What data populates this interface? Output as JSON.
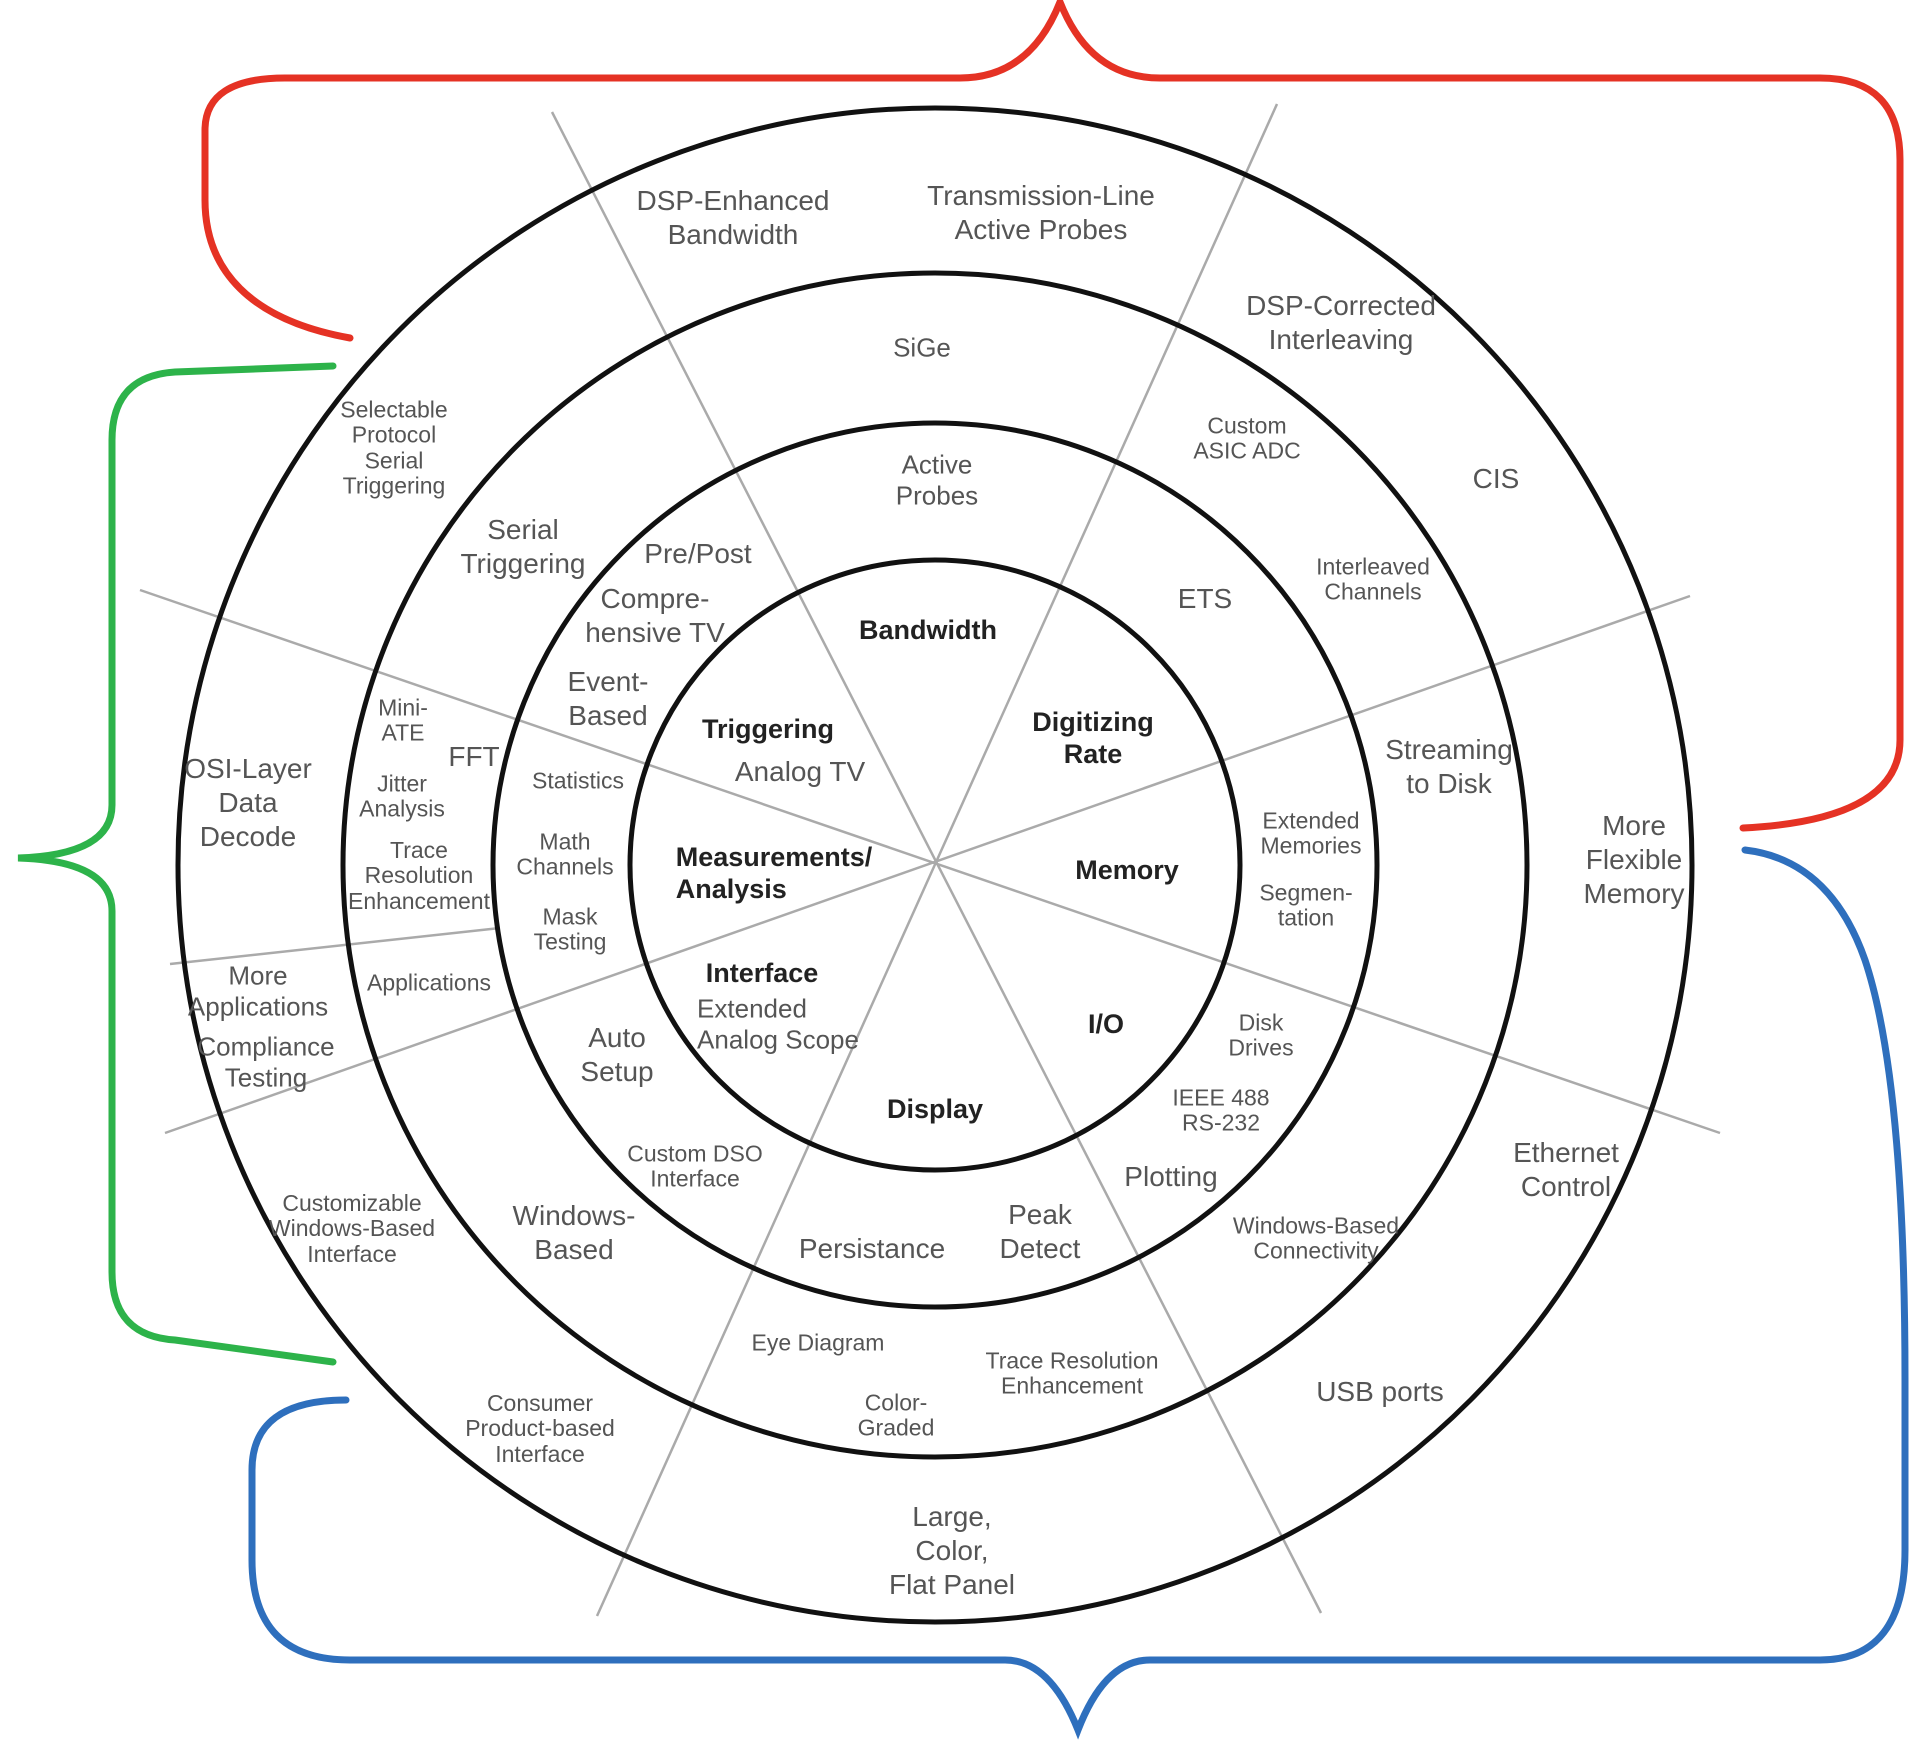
{
  "colors": {
    "bracket_top": "#e53224",
    "bracket_left": "#2db34a",
    "bracket_right_bottom": "#2e6fbd",
    "rings": "#111111",
    "spokes": "#aaaaaa",
    "text": "#555555",
    "core_text": "#222222"
  },
  "core": {
    "bandwidth": "Bandwidth",
    "digitizing_rate": "Digitizing\nRate",
    "memory": "Memory",
    "io": "I/O",
    "display": "Display",
    "interface": "Interface",
    "measurements": "Measurements/\nAnalysis",
    "triggering": "Triggering"
  },
  "ring1": {
    "analog_tv": "Analog TV",
    "extended_analog_scope": "Extended\nAnalog Scope"
  },
  "ring2": {
    "active_probes": "Active\nProbes",
    "ets": "ETS",
    "extended_memories": "Extended\nMemories",
    "segmentation": "Segmen-\ntation",
    "disk_drives": "Disk\nDrives",
    "ieee_rs232": "IEEE 488\nRS-232",
    "plotting": "Plotting",
    "peak_detect": "Peak\nDetect",
    "persistance": "Persistance",
    "custom_dso_interface": "Custom DSO\nInterface",
    "auto_setup": "Auto\nSetup",
    "mask_testing": "Mask\nTesting",
    "math_channels": "Math\nChannels",
    "statistics": "Statistics",
    "event_based": "Event-\nBased",
    "comprehensive_tv": "Compre-\nhensive TV",
    "pre_post": "Pre/Post"
  },
  "ring3": {
    "sige": "SiGe",
    "custom_asic_adc": "Custom\nASIC ADC",
    "interleaved_channels": "Interleaved\nChannels",
    "streaming_to_disk": "Streaming\nto Disk",
    "windows_based_connectivity": "Windows-Based\nConnectivity",
    "trace_resolution_enhancement_bottom": "Trace Resolution\nEnhancement",
    "eye_diagram": "Eye Diagram",
    "color_graded": "Color-\nGraded",
    "windows_based": "Windows-\nBased",
    "applications": "Applications",
    "mini_ate": "Mini-\nATE",
    "fft": "FFT",
    "jitter_analysis": "Jitter\nAnalysis",
    "trace_resolution_enhancement_left": "Trace\nResolution\nEnhancement",
    "serial_triggering": "Serial\nTriggering"
  },
  "ring4": {
    "dsp_enhanced_bandwidth": "DSP-Enhanced\nBandwidth",
    "transmission_line_probes": "Transmission-Line\nActive Probes",
    "dsp_corrected_interleaving": "DSP-Corrected\nInterleaving",
    "cis": "CIS",
    "more_flexible_memory": "More\nFlexible\nMemory",
    "ethernet_control": "Ethernet\nControl",
    "usb_ports": "USB ports",
    "large_color_flat_panel": "Large,\nColor,\nFlat Panel",
    "consumer_product_interface": "Consumer\nProduct-based\nInterface",
    "customizable_windows_interface": "Customizable\nWindows-Based\nInterface",
    "compliance_testing": "Compliance\nTesting",
    "more_applications": "More\nApplications",
    "osi_layer_decode": "OSI-Layer\nData\nDecode",
    "selectable_protocol_triggering": "Selectable\nProtocol\nSerial\nTriggering"
  }
}
